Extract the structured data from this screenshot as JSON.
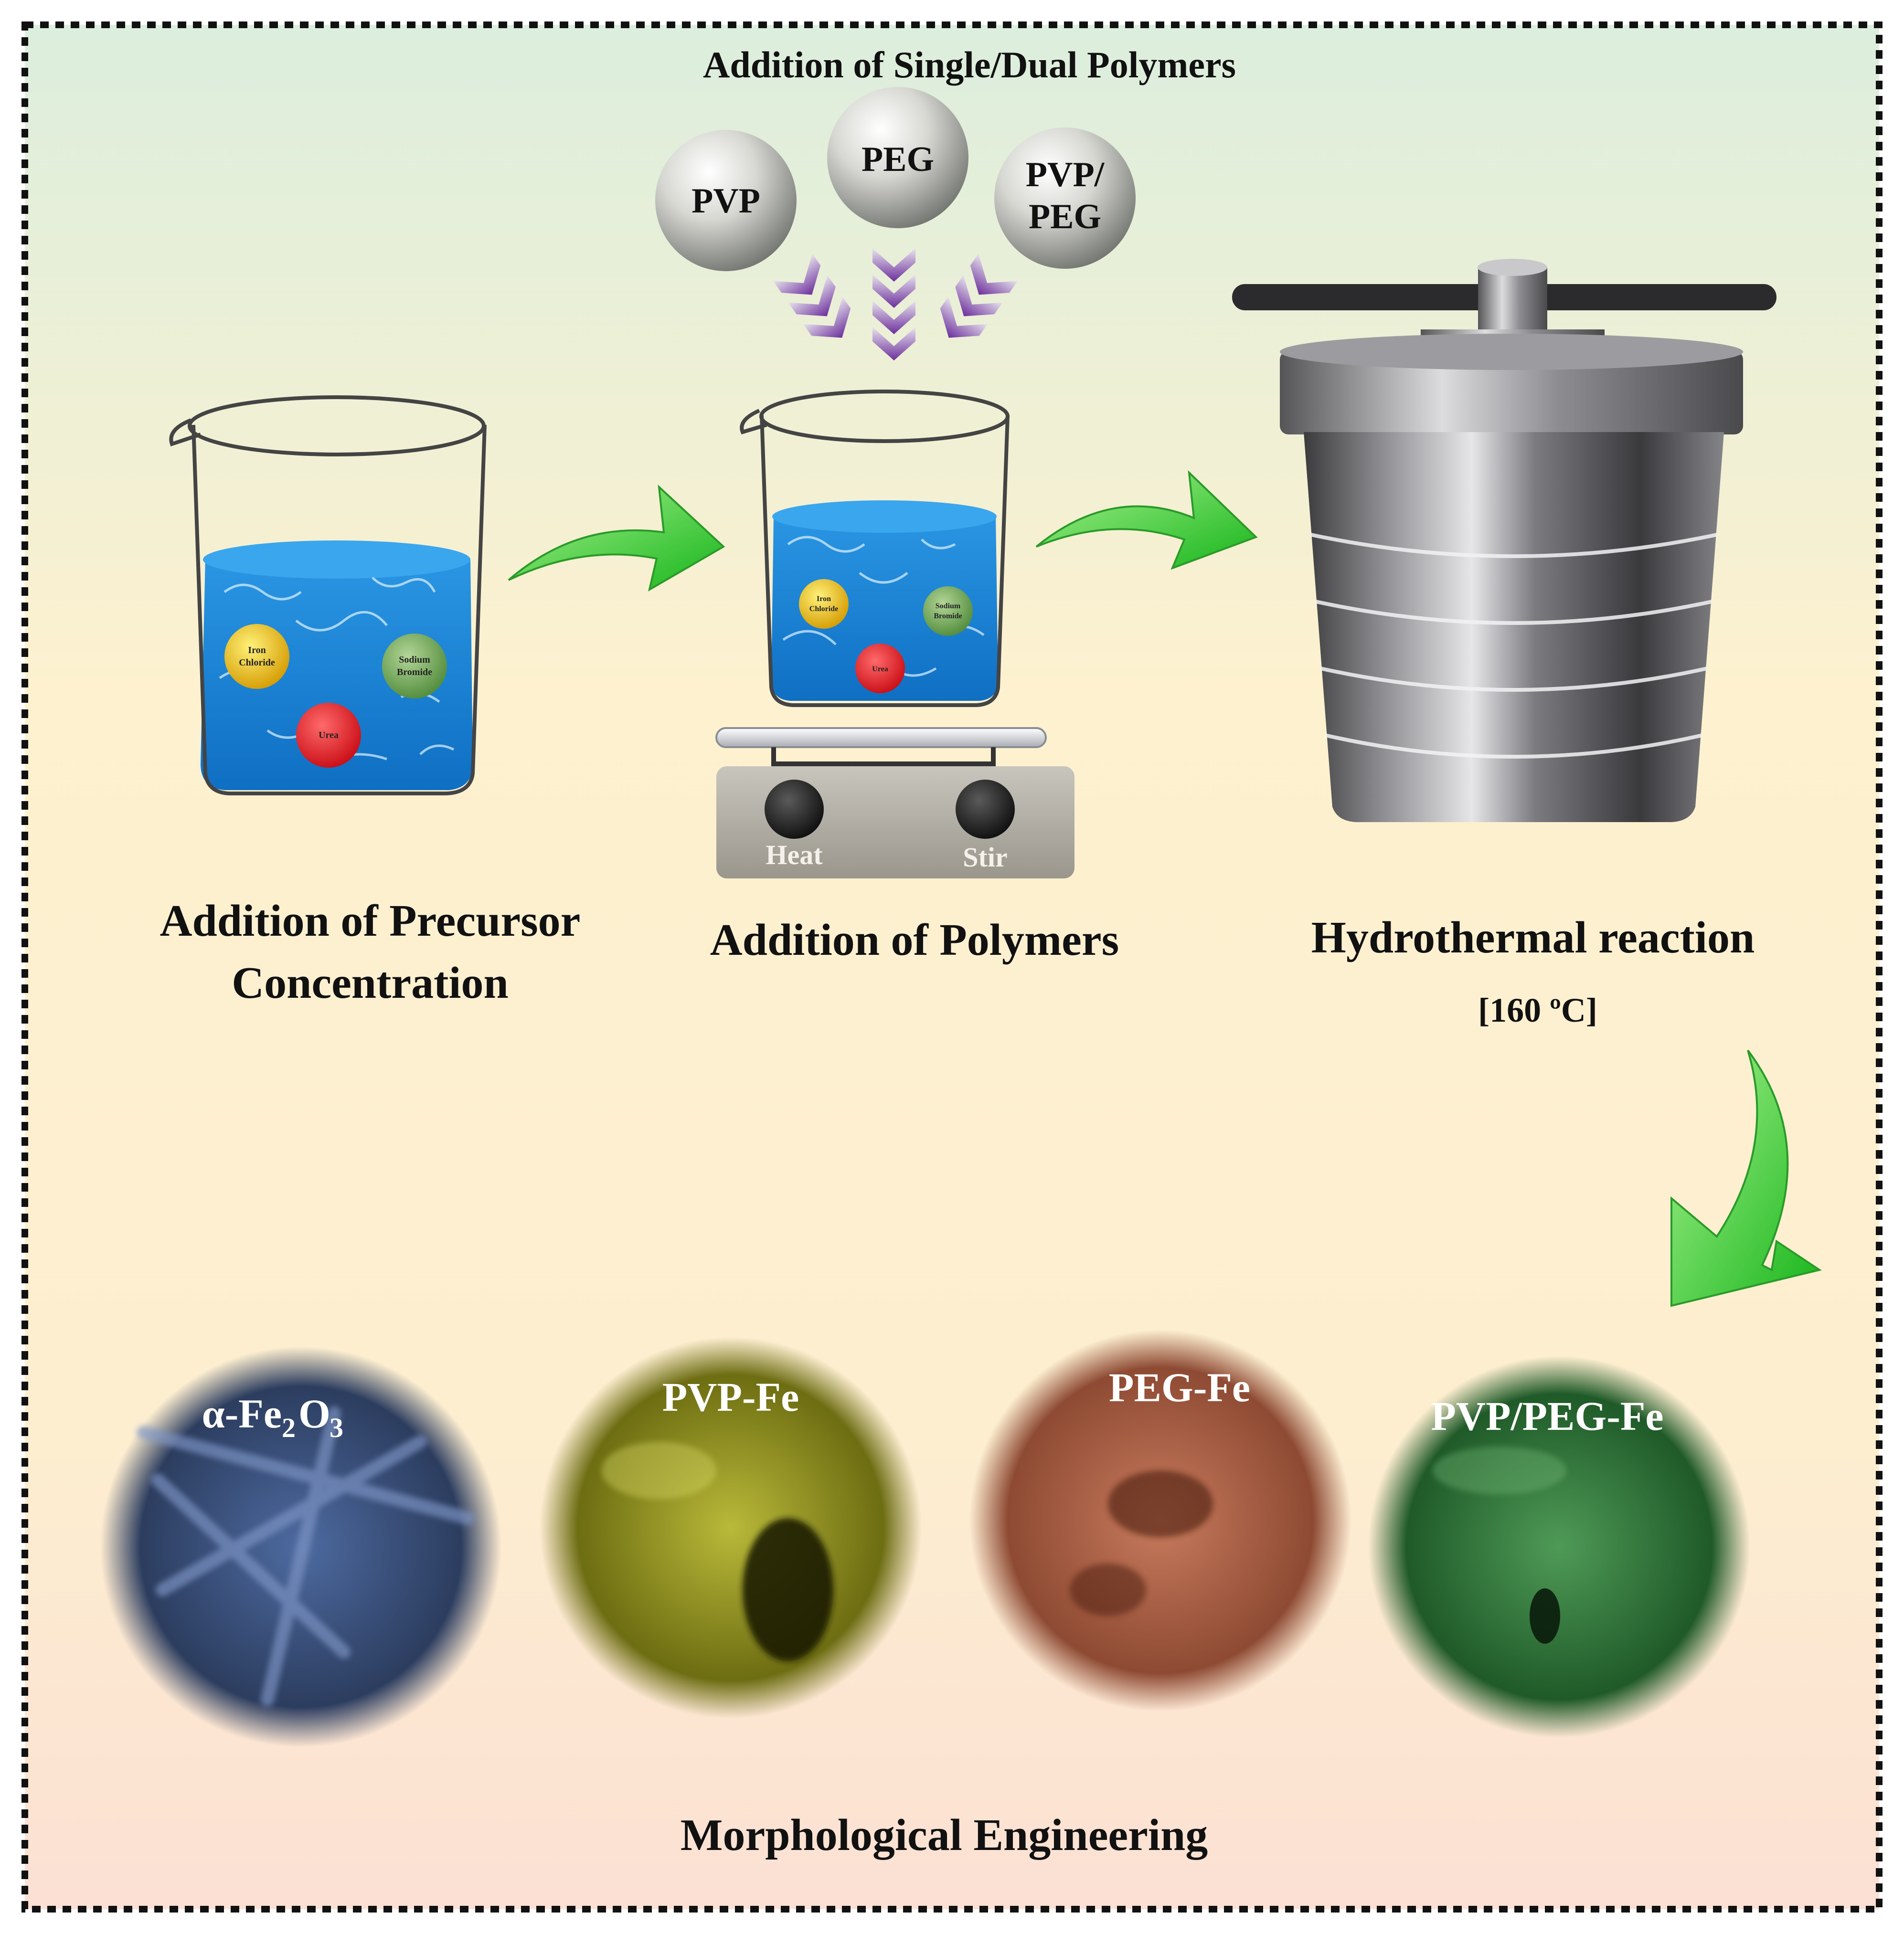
{
  "heading_polymers": "Addition of Single/Dual Polymers",
  "polymers": {
    "pvp": "PVP",
    "peg": "PEG",
    "dual_line1": "PVP/",
    "dual_line2": "PEG"
  },
  "precursors": {
    "iron_line1": "Iron",
    "iron_line2": "Chloride",
    "sodium_line1": "Sodium",
    "sodium_line2": "Bromide",
    "urea": "Urea"
  },
  "hotplate": {
    "heat": "Heat",
    "stir": "Stir"
  },
  "steps": {
    "step1_line1": "Addition of Precursor",
    "step1_line2": "Concentration",
    "step2": "Addition of Polymers",
    "step3": "Hydrothermal reaction",
    "step3_condition": "[160 ºC]"
  },
  "samples": {
    "alpha_prefix": "α-Fe",
    "alpha_sub1": "2",
    "alpha_mid": "O",
    "alpha_sub2": "3",
    "pvp_fe": "PVP-Fe",
    "peg_fe": "PEG-Fe",
    "pvp_peg_fe": "PVP/PEG-Fe"
  },
  "footer_title": "Morphological Engineering",
  "colors": {
    "bg_top": "#dfeede",
    "bg_mid": "#fdf0cf",
    "bg_bottom": "#fbe3d4",
    "liquid": "#1e8ad9",
    "arrow_green": "#2ed12a",
    "chevron_purple": "#7b3fa8",
    "alpha_fe2o3": "#3f5478",
    "pvp_fe": "#9c9c1e",
    "peg_fe": "#b5654a",
    "pvp_peg_fe": "#2f7a3a"
  }
}
